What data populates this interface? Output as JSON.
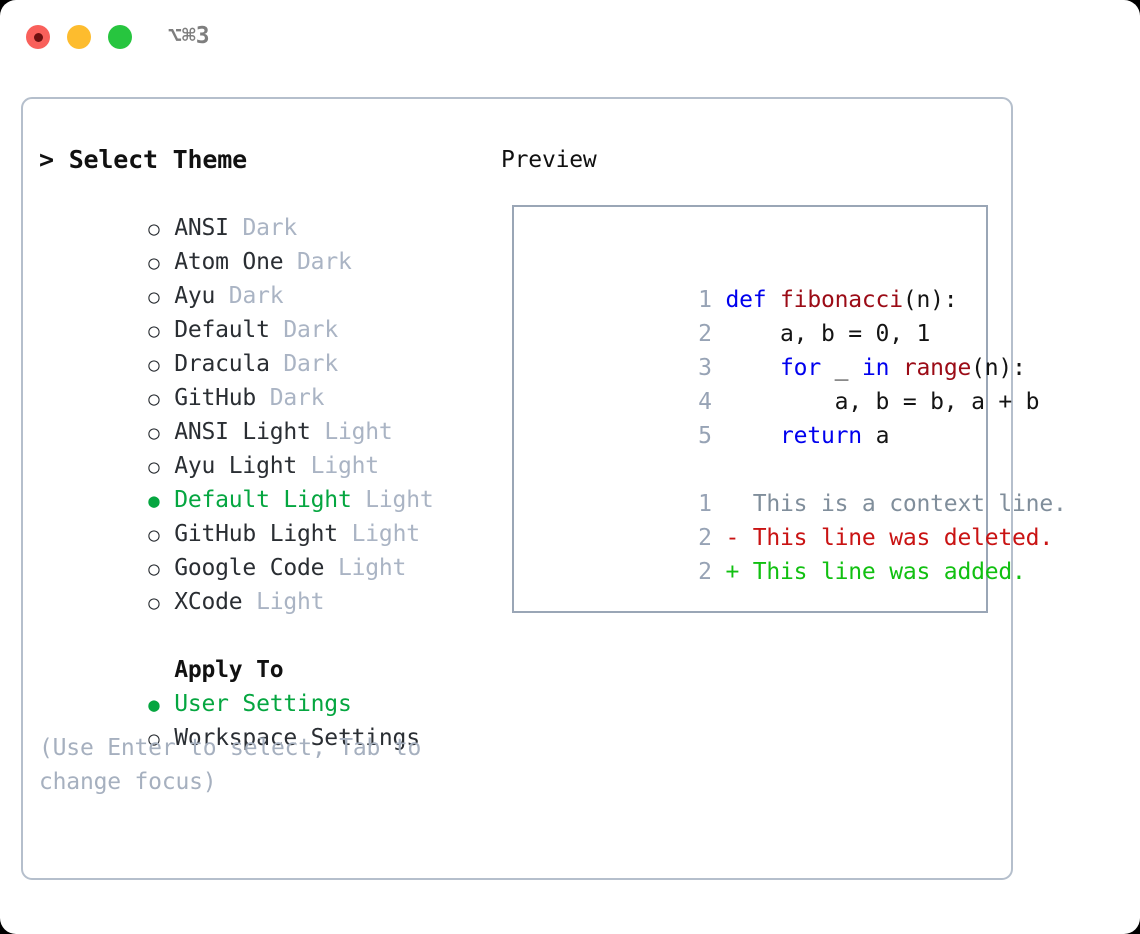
{
  "window": {
    "shortcut": "⌥⌘3",
    "traffic_lights": [
      {
        "name": "close",
        "color": "#f9605b"
      },
      {
        "name": "minimize",
        "color": "#fdbc2e"
      },
      {
        "name": "maximize",
        "color": "#27c53f"
      }
    ]
  },
  "theme_list": {
    "title": "> Select Theme",
    "items": [
      {
        "marker": "○",
        "label": "ANSI",
        "variant": "Dark",
        "selected": false
      },
      {
        "marker": "○",
        "label": "Atom One",
        "variant": "Dark",
        "selected": false
      },
      {
        "marker": "○",
        "label": "Ayu",
        "variant": "Dark",
        "selected": false
      },
      {
        "marker": "○",
        "label": "Default",
        "variant": "Dark",
        "selected": false
      },
      {
        "marker": "○",
        "label": "Dracula",
        "variant": "Dark",
        "selected": false
      },
      {
        "marker": "○",
        "label": "GitHub",
        "variant": "Dark",
        "selected": false
      },
      {
        "marker": "○",
        "label": "ANSI Light",
        "variant": "Light",
        "selected": false
      },
      {
        "marker": "○",
        "label": "Ayu Light",
        "variant": "Light",
        "selected": false
      },
      {
        "marker": "●",
        "label": "Default Light",
        "variant": "Light",
        "selected": true
      },
      {
        "marker": "○",
        "label": "GitHub Light",
        "variant": "Light",
        "selected": false
      },
      {
        "marker": "○",
        "label": "Google Code",
        "variant": "Light",
        "selected": false
      },
      {
        "marker": "○",
        "label": "XCode",
        "variant": "Light",
        "selected": false
      }
    ]
  },
  "apply_to": {
    "title": "Apply To",
    "items": [
      {
        "marker": "●",
        "label": "User Settings",
        "selected": true
      },
      {
        "marker": "○",
        "label": "Workspace Settings",
        "selected": false
      }
    ]
  },
  "hint": "(Use Enter to select, Tab to change focus)",
  "preview": {
    "title": "Preview",
    "code_lines": [
      {
        "number": "1",
        "tokens": [
          {
            "text": "def ",
            "style": "kw"
          },
          {
            "text": "fibonacci",
            "style": "fn"
          },
          {
            "text": "(n):",
            "style": "code-text"
          }
        ]
      },
      {
        "number": "2",
        "tokens": [
          {
            "text": "    a, b = 0, 1",
            "style": "code-text"
          }
        ]
      },
      {
        "number": "3",
        "tokens": [
          {
            "text": "    ",
            "style": "code-text"
          },
          {
            "text": "for",
            "style": "kw"
          },
          {
            "text": " _ ",
            "style": "code-text"
          },
          {
            "text": "in",
            "style": "kw"
          },
          {
            "text": " ",
            "style": "code-text"
          },
          {
            "text": "range",
            "style": "bi"
          },
          {
            "text": "(n):",
            "style": "code-text"
          }
        ]
      },
      {
        "number": "4",
        "tokens": [
          {
            "text": "        a, b = b, a + b",
            "style": "code-text"
          }
        ]
      },
      {
        "number": "5",
        "tokens": [
          {
            "text": "    ",
            "style": "code-text"
          },
          {
            "text": "return",
            "style": "kw"
          },
          {
            "text": " a",
            "style": "code-text"
          }
        ]
      }
    ],
    "diff_lines": [
      {
        "number": "1",
        "sign": "  ",
        "text": "This is a context line.",
        "kind": "diff-ctx"
      },
      {
        "number": "2",
        "sign": "- ",
        "text": "This line was deleted.",
        "kind": "diff-del"
      },
      {
        "number": "2",
        "sign": "+ ",
        "text": "This line was added.",
        "kind": "diff-add"
      }
    ]
  },
  "colors": {
    "selected_green": "#05a640",
    "keyword_blue": "#0000ee",
    "function_red": "#9b0b16",
    "diff_deleted": "#c91313",
    "diff_added": "#11c011",
    "muted_gray": "#aab4c4",
    "border": "#b5bfcc"
  }
}
